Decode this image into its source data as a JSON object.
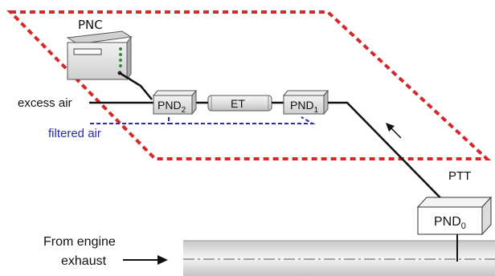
{
  "labels": {
    "pnc": "PNC",
    "excess_air": "excess air",
    "filtered_air": "filtered air",
    "pnd2": "PND",
    "pnd2_sub": "2",
    "et": "ET",
    "pnd1": "PND",
    "pnd1_sub": "1",
    "ptt": "PTT",
    "pnd0": "PND",
    "pnd0_sub": "0",
    "engine_line1": "From engine",
    "engine_line2": "exhaust"
  },
  "colors": {
    "boundary_dash": "#d62828",
    "filtered_air_line": "#2a2ab8",
    "filtered_air_text": "#2a2ab8",
    "pipe_line": "#111111",
    "box_fill": "#e6e6e6",
    "exhaust_pipe": "#d9d9d9"
  }
}
